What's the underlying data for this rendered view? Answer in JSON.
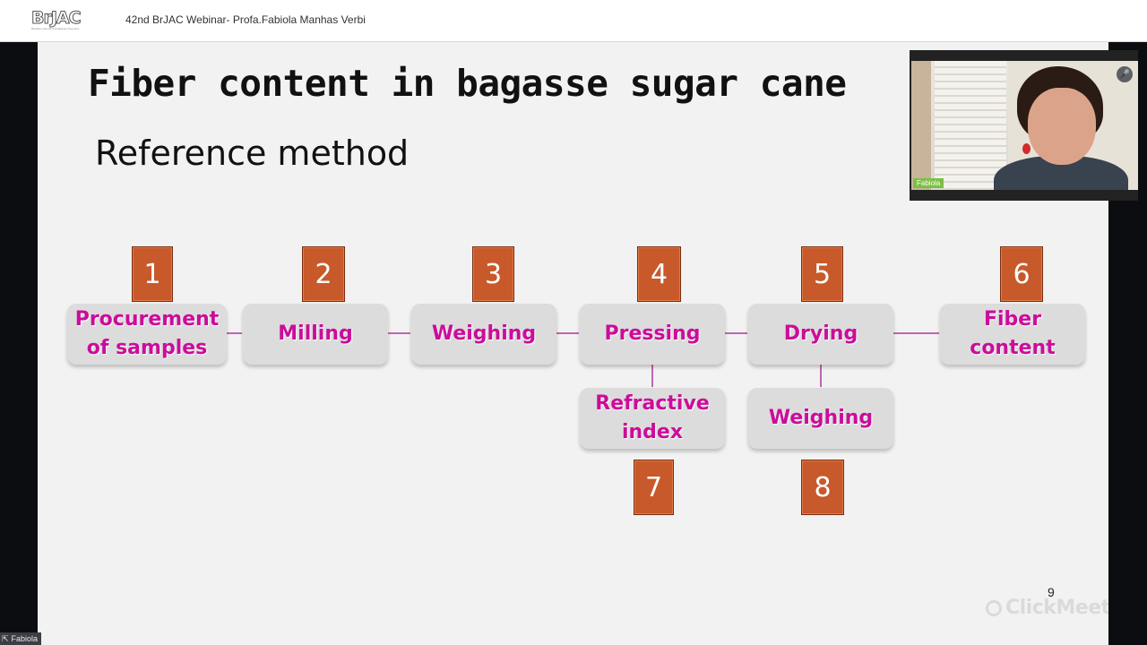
{
  "header": {
    "logo_text": "BrJAC",
    "logo_subtitle": "Brazilian Journal of Analytical Chemistry",
    "webinar_title": "42nd BrJAC Webinar- Profa.Fabiola Manhas Verbi"
  },
  "slide": {
    "title": "Fiber content in bagasse sugar cane",
    "subtitle": "Reference method",
    "steps": [
      {
        "number": "1",
        "label": "Procurement\nof samples"
      },
      {
        "number": "2",
        "label": "Milling"
      },
      {
        "number": "3",
        "label": "Weighing"
      },
      {
        "number": "4",
        "label": "Pressing"
      },
      {
        "number": "5",
        "label": "Drying"
      },
      {
        "number": "6",
        "label": "Fiber\ncontent"
      },
      {
        "number": "7",
        "label": "Refractive\nindex"
      },
      {
        "number": "8",
        "label": "Weighing"
      }
    ],
    "page_number": "9",
    "watermark": "ClickMeeting"
  },
  "video": {
    "participant_name": "Fabiola"
  },
  "bottom_bar": {
    "presenter_name": "Fabiola"
  },
  "colors": {
    "step_text": "#cc0c9a",
    "number_box": "#c8592a",
    "connector": "#b0369a"
  },
  "icons": [
    "microphone-icon",
    "screen-share-icon",
    "clickmeeting-logo-icon"
  ]
}
